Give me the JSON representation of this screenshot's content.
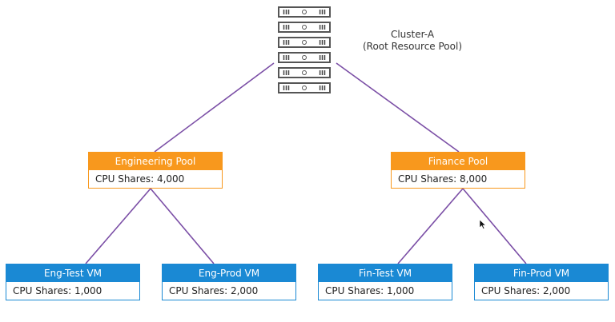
{
  "root": {
    "icon": "server-rack-icon",
    "label_line1": "Cluster-A",
    "label_line2": "(Root Resource Pool)"
  },
  "pools": [
    {
      "name": "Engineering Pool",
      "shares": "CPU Shares: 4,000"
    },
    {
      "name": "Finance Pool",
      "shares": "CPU Shares: 8,000"
    }
  ],
  "vms": [
    {
      "name": "Eng-Test VM",
      "shares": "CPU Shares: 1,000"
    },
    {
      "name": "Eng-Prod VM",
      "shares": "CPU Shares: 2,000"
    },
    {
      "name": "Fin-Test VM",
      "shares": "CPU Shares: 1,000"
    },
    {
      "name": "Fin-Prod VM",
      "shares": "CPU Shares: 2,000"
    }
  ],
  "colors": {
    "pool": "#f8981d",
    "vm": "#1a89d4",
    "connector": "#7b4fa6"
  }
}
